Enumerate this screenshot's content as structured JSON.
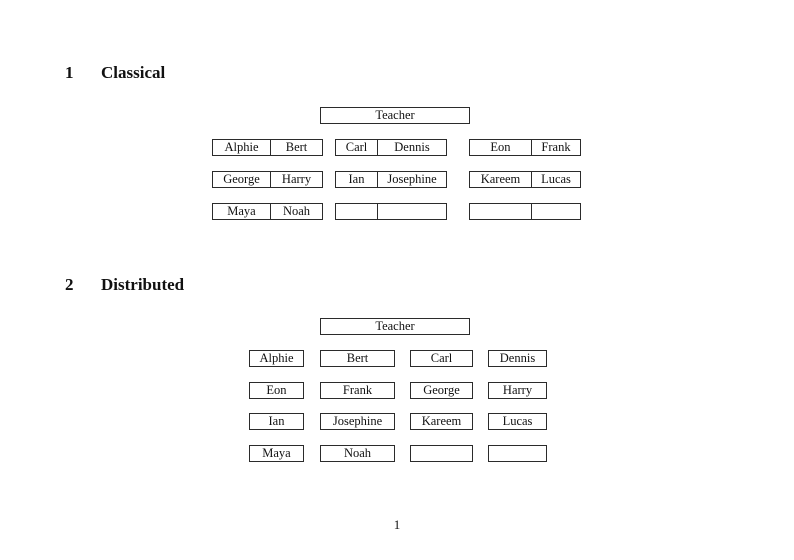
{
  "page": {
    "number": "1"
  },
  "colors": {
    "border": "#2b2b2b",
    "text": "#111111",
    "background": "#ffffff"
  },
  "sections": [
    {
      "number": "1",
      "title": "Classical"
    },
    {
      "number": "2",
      "title": "Distributed"
    }
  ],
  "classical": {
    "teacher_label": "Teacher",
    "groups": [
      {
        "rows": [
          [
            "Alphie",
            "Bert"
          ],
          [
            "George",
            "Harry"
          ],
          [
            "Maya",
            "Noah"
          ]
        ]
      },
      {
        "rows": [
          [
            "Carl",
            "Dennis"
          ],
          [
            "Ian",
            "Josephine"
          ],
          [
            "",
            ""
          ]
        ]
      },
      {
        "rows": [
          [
            "Eon",
            "Frank"
          ],
          [
            "Kareem",
            "Lucas"
          ],
          [
            "",
            ""
          ]
        ]
      }
    ]
  },
  "distributed": {
    "teacher_label": "Teacher",
    "rows": [
      [
        "Alphie",
        "Bert",
        "Carl",
        "Dennis"
      ],
      [
        "Eon",
        "Frank",
        "George",
        "Harry"
      ],
      [
        "Ian",
        "Josephine",
        "Kareem",
        "Lucas"
      ],
      [
        "Maya",
        "Noah",
        "",
        ""
      ]
    ]
  }
}
